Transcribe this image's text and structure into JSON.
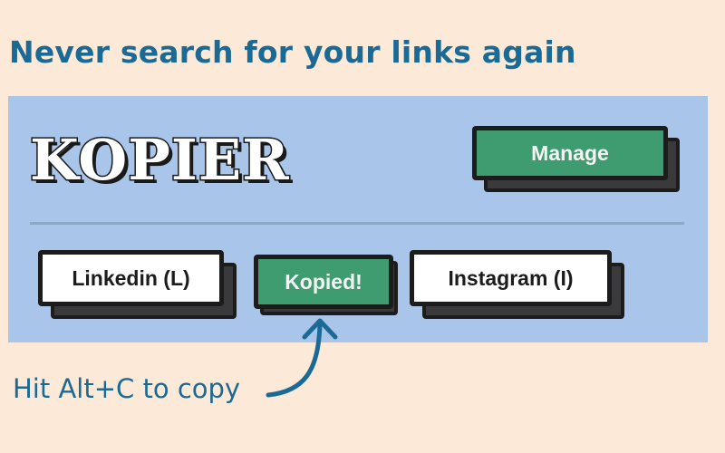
{
  "heading": "Never search for your links again",
  "app": {
    "logo": "KOPIER",
    "manage_label": "Manage",
    "links": [
      {
        "label": "Linkedin (L)"
      },
      {
        "label": "Kopied!"
      },
      {
        "label": "Instagram (I)"
      }
    ]
  },
  "hint": "Hit Alt+C to copy",
  "colors": {
    "background": "#fde9d7",
    "panel": "#a9c5ea",
    "accent_green": "#3f9c70",
    "text_blue": "#1b6a96"
  }
}
